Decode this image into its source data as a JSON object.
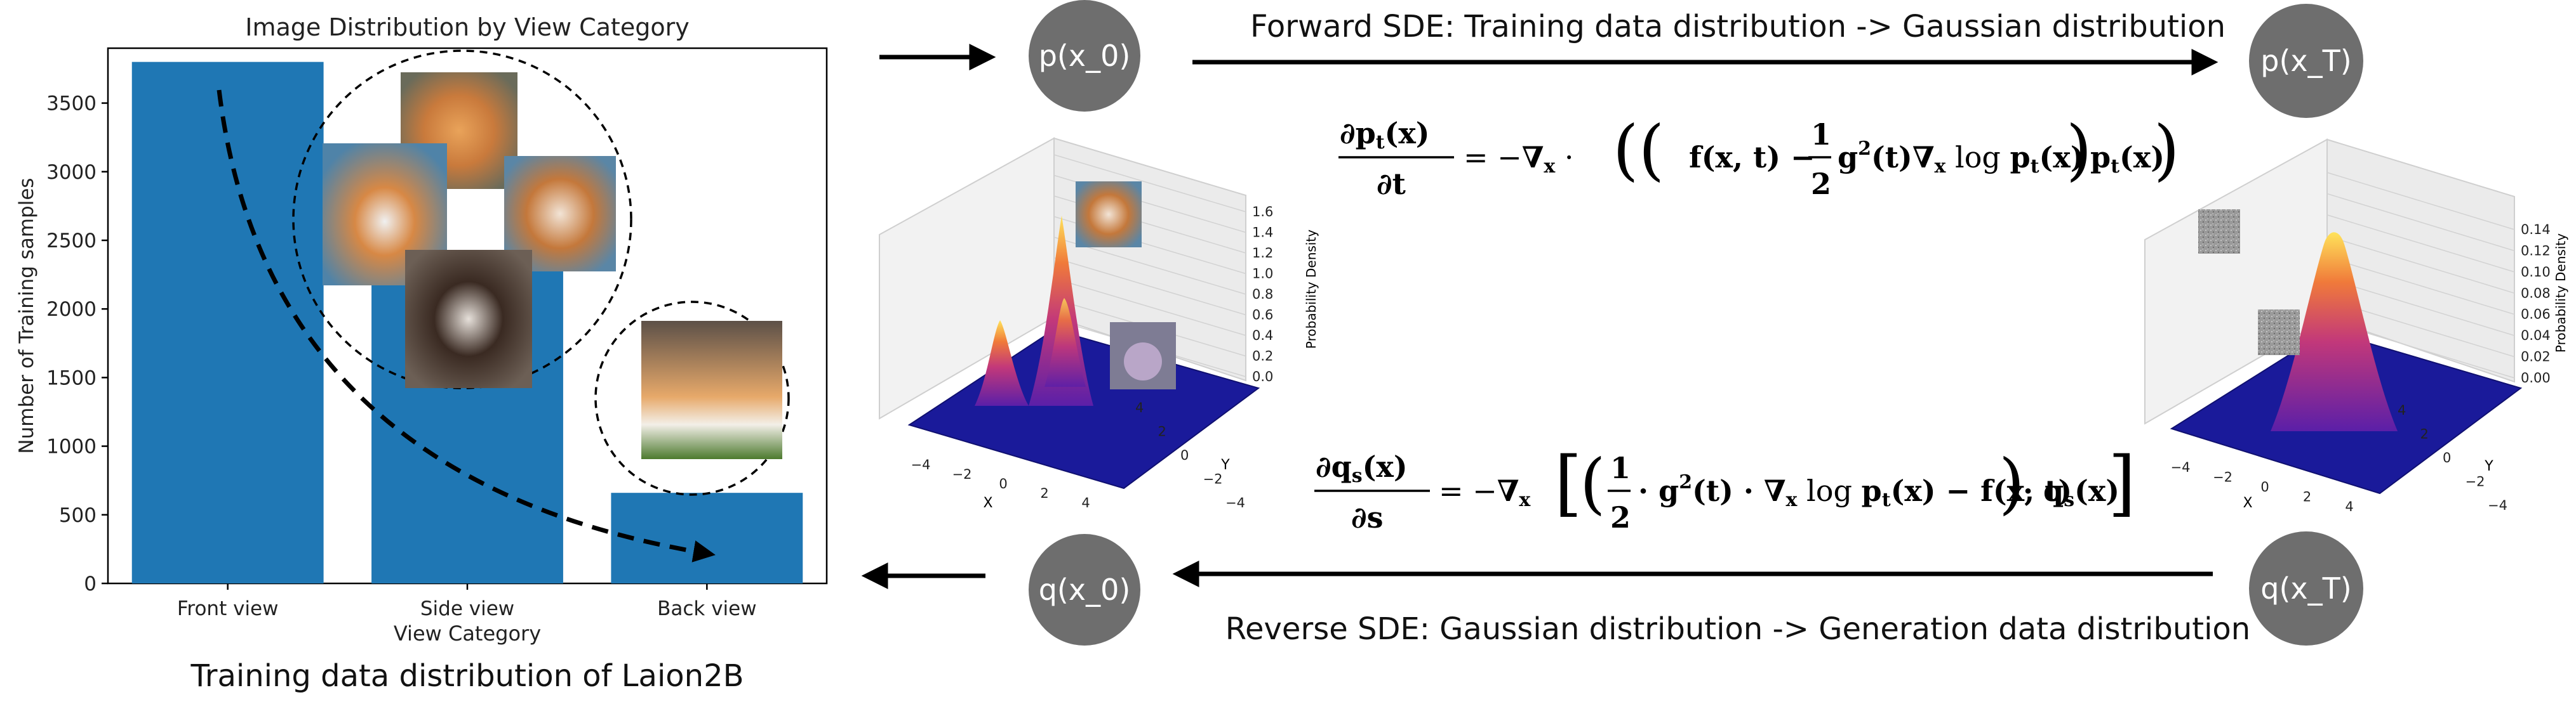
{
  "chart_data": {
    "type": "bar",
    "title": "Image Distribution by View Category",
    "xlabel": "View Category",
    "ylabel": "Number of Training samples",
    "categories": [
      "Front view",
      "Side view",
      "Back view"
    ],
    "values": [
      3800,
      2320,
      660
    ],
    "ylim": [
      0,
      3900
    ],
    "yticks": [
      0,
      500,
      1000,
      1500,
      2000,
      2500,
      3000,
      3500
    ],
    "grid": false,
    "bar_color": "#1f77b4"
  },
  "chart_caption": "Training data distribution  of Laion2B",
  "nodes": {
    "p0": "p(x_0)",
    "pT": "p(x_T)",
    "q0": "q(x_0)",
    "qT": "q(x_T)"
  },
  "forward_label": "Forward SDE:  Training data distribution -> Gaussian distribution",
  "reverse_label": "Reverse SDE:  Gaussian distribution -> Generation data distribution",
  "density_plots": {
    "left": {
      "zlabel": "Probability Density",
      "xlabel": "X",
      "ylabel": "Y",
      "zticks": [
        "0.0",
        "0.2",
        "0.4",
        "0.6",
        "0.8",
        "1.0",
        "1.2",
        "1.4",
        "1.6"
      ],
      "xticks": [
        "−4",
        "−2",
        "0",
        "2",
        "4"
      ],
      "yticks": [
        "4",
        "2",
        "0",
        "−2",
        "−4"
      ]
    },
    "right": {
      "zlabel": "Probability Density",
      "xlabel": "X",
      "ylabel": "Y",
      "zticks": [
        "0.00",
        "0.02",
        "0.04",
        "0.06",
        "0.08",
        "0.10",
        "0.12",
        "0.14"
      ],
      "xticks": [
        "−4",
        "−2",
        "0",
        "2",
        "4"
      ],
      "yticks": [
        "4",
        "2",
        "0",
        "−2",
        "−4"
      ]
    }
  },
  "colors": {
    "bar": "#1f77b4",
    "node_fill": "#6e6e6e",
    "surface_base": "#1a1a9a",
    "peak_top": "#ffd24a"
  }
}
